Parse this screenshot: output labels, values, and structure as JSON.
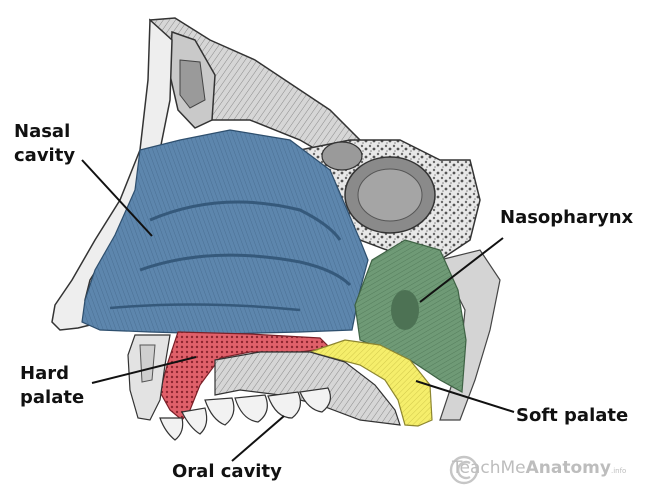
{
  "labels": {
    "nasal_cavity": "Nasal\ncavity",
    "nasopharynx": "Nasopharynx",
    "hard_palate": "Hard\npalate",
    "soft_palate": "Soft palate",
    "oral_cavity": "Oral cavity"
  },
  "watermark": {
    "prefix": "TeachMe",
    "brand": "Anatomy",
    "suffix": ".info"
  },
  "colors": {
    "nasal_cavity": "#5d86ad",
    "nasopharynx": "#6f9a76",
    "hard_palate": "#e0606a",
    "soft_palate": "#f5ee6b"
  }
}
